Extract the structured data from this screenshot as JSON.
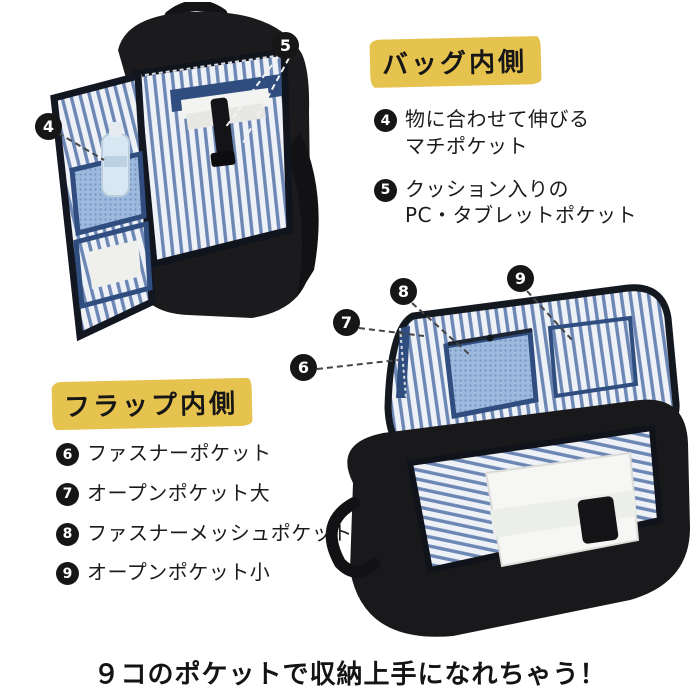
{
  "bag_inside": {
    "heading": "バッグ内側",
    "items": [
      {
        "num": "4",
        "line1": "物に合わせて伸びる",
        "line2": "マチポケット"
      },
      {
        "num": "5",
        "line1": "クッション入りの",
        "line2": "PC・タブレットポケット"
      }
    ]
  },
  "flap_inside": {
    "heading": "フラップ内側",
    "items": [
      {
        "num": "6",
        "label": "ファスナーポケット"
      },
      {
        "num": "7",
        "label": "オープンポケット大"
      },
      {
        "num": "8",
        "label": "ファスナーメッシュポケット"
      },
      {
        "num": "9",
        "label": "オープンポケット小"
      }
    ]
  },
  "callouts": {
    "top": [
      {
        "num": "4"
      },
      {
        "num": "5"
      }
    ],
    "bottom": [
      {
        "num": "6"
      },
      {
        "num": "7"
      },
      {
        "num": "8"
      },
      {
        "num": "9"
      }
    ]
  },
  "footer": {
    "caption": "９コのポケットで収納上手になれちゃう！"
  },
  "colors": {
    "highlight": "#e6c24e",
    "badge": "#161616",
    "stripe": "#6d87b5",
    "navy": "#2f4e7f"
  }
}
